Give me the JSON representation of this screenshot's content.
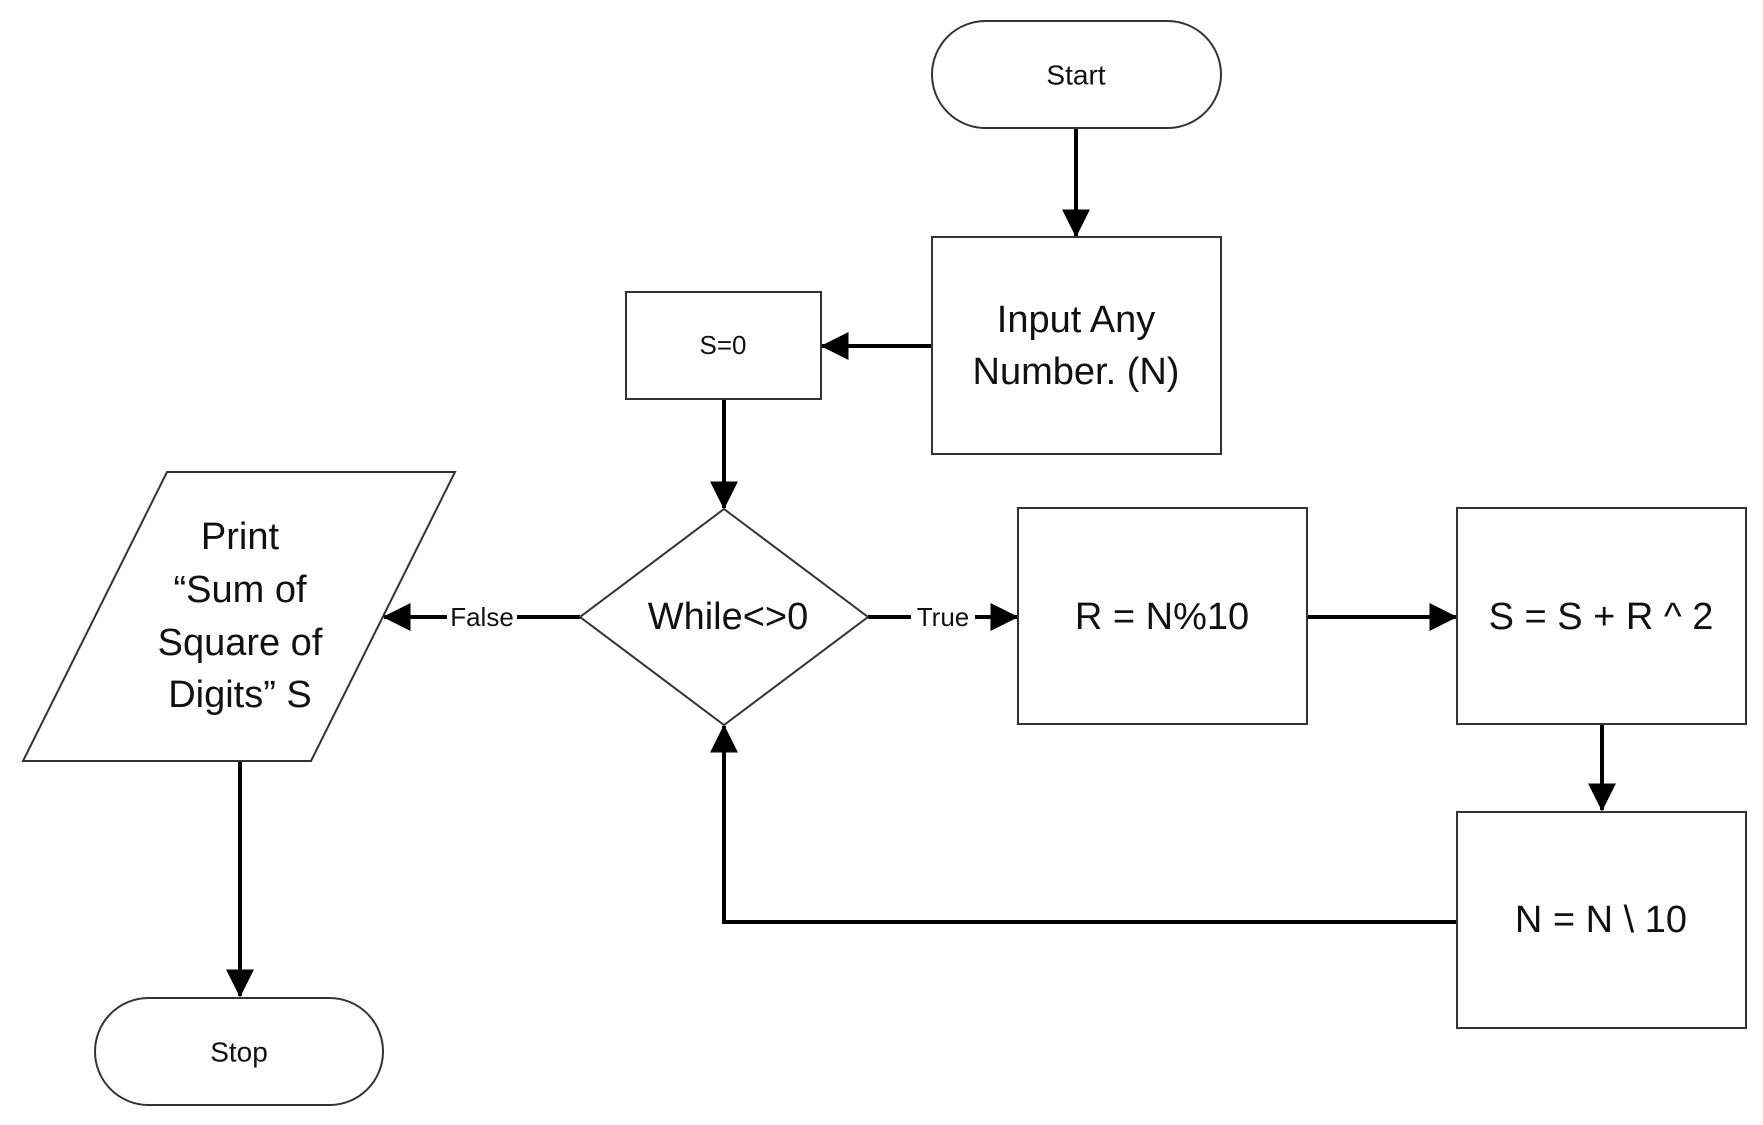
{
  "diagram": {
    "nodes": {
      "start": {
        "text": "Start"
      },
      "input": {
        "line1": "Input Any",
        "line2": "Number. (N)"
      },
      "init": {
        "text": "S=0"
      },
      "loop": {
        "text": "While<>0"
      },
      "remainder": {
        "text": "R = N%10"
      },
      "accumulate": {
        "text": "S = S + R ^ 2"
      },
      "divide": {
        "text": "N = N \\ 10"
      },
      "output": {
        "line1": "Print",
        "line2": "“Sum of",
        "line3": "Square of",
        "line4": "Digits” S"
      },
      "stop": {
        "text": "Stop"
      }
    },
    "edges": {
      "true_label": "True",
      "false_label": "False"
    }
  }
}
